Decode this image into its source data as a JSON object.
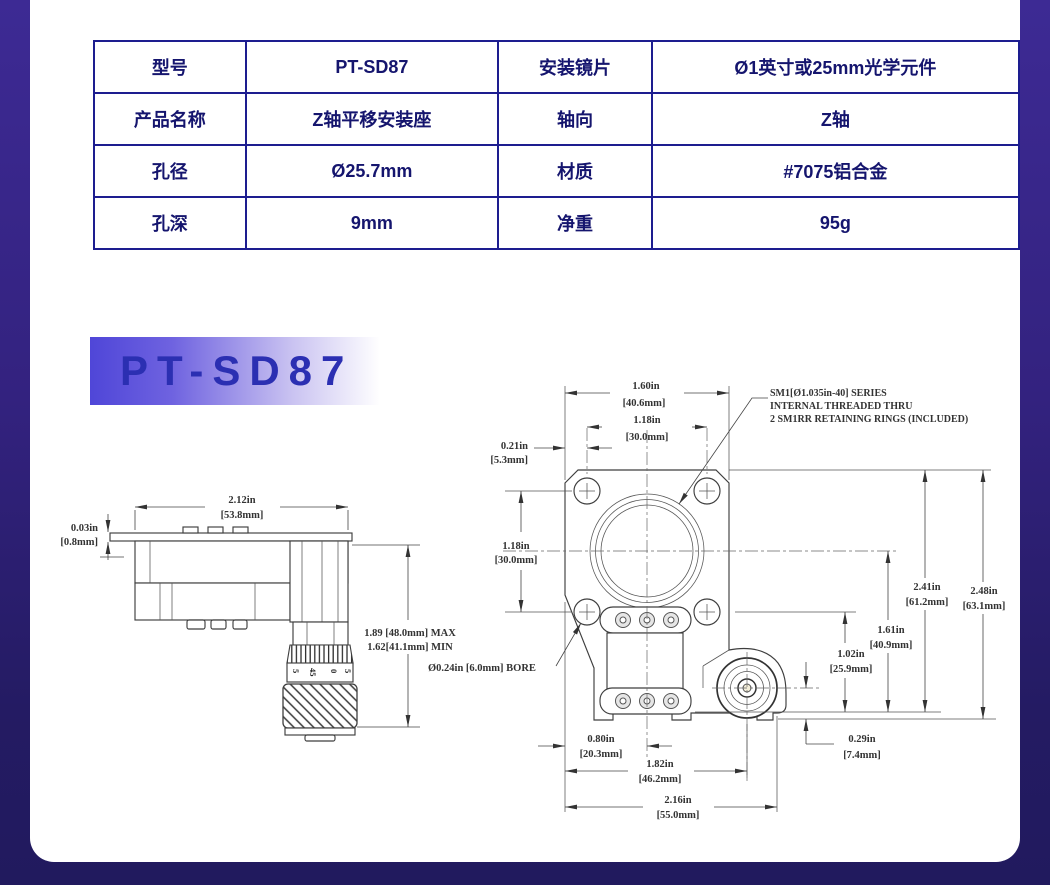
{
  "spec_table": {
    "rows": [
      {
        "c0": "型号",
        "c1": "PT-SD87",
        "c2": "安装镜片",
        "c3": "Ø1英寸或25mm光学元件"
      },
      {
        "c0": "产品名称",
        "c1": "Z轴平移安装座",
        "c2": "轴向",
        "c3": "Z轴"
      },
      {
        "c0": "孔径",
        "c1": "Ø25.7mm",
        "c2": "材质",
        "c3": "#7075铝合金"
      },
      {
        "c0": "孔深",
        "c1": "9mm",
        "c2": "净重",
        "c3": "95g"
      }
    ]
  },
  "banner": {
    "model_name": "PT-SD87"
  },
  "drawing": {
    "side_view": {
      "dim_width": {
        "l1": "2.12in",
        "l2": "[53.8mm]"
      },
      "dim_plate": {
        "l1": "0.03in",
        "l2": "[0.8mm]"
      },
      "dim_travel": {
        "l1": "1.89 [48.0mm] MAX",
        "l2": "1.62[41.1mm] MIN"
      },
      "thimble": {
        "m0": "5",
        "m1": "45",
        "m2": "0",
        "m3": "5"
      }
    },
    "front_view": {
      "dim_160": {
        "l1": "1.60in",
        "l2": "[40.6mm]"
      },
      "dim_118_top": {
        "l1": "1.18in",
        "l2": "[30.0mm]"
      },
      "dim_021": {
        "l1": "0.21in",
        "l2": "[5.3mm]"
      },
      "dim_118_left": {
        "l1": "1.18in",
        "l2": "[30.0mm]"
      },
      "dim_241": {
        "l1": "2.41in",
        "l2": "[61.2mm]"
      },
      "dim_248": {
        "l1": "2.48in",
        "l2": "[63.1mm]"
      },
      "dim_161": {
        "l1": "1.61in",
        "l2": "[40.9mm]"
      },
      "dim_102": {
        "l1": "1.02in",
        "l2": "[25.9mm]"
      },
      "dim_029": {
        "l1": "0.29in",
        "l2": "[7.4mm]"
      },
      "dim_080": {
        "l1": "0.80in",
        "l2": "[20.3mm]"
      },
      "dim_182": {
        "l1": "1.82in",
        "l2": "[46.2mm]"
      },
      "dim_216": {
        "l1": "2.16in",
        "l2": "[55.0mm]"
      },
      "callout_sm1": {
        "l1": "SM1[Ø1.035in-40] SERIES",
        "l2": "INTERNAL THREADED THRU",
        "l3": "2 SM1RR RETAINING RINGS (INCLUDED)"
      },
      "callout_bore": "Ø0.24in [6.0mm] BORE"
    }
  },
  "colors": {
    "page_background_top": "#3d2a94",
    "page_background_bottom": "#211a5e",
    "panel": "#ffffff",
    "table_border": "#1d1d8f",
    "table_text": "#15156e",
    "banner_gradient_start": "#4f46d8",
    "banner_text": "#2b2fb2",
    "drawing_lines": "#3e3e3e"
  }
}
